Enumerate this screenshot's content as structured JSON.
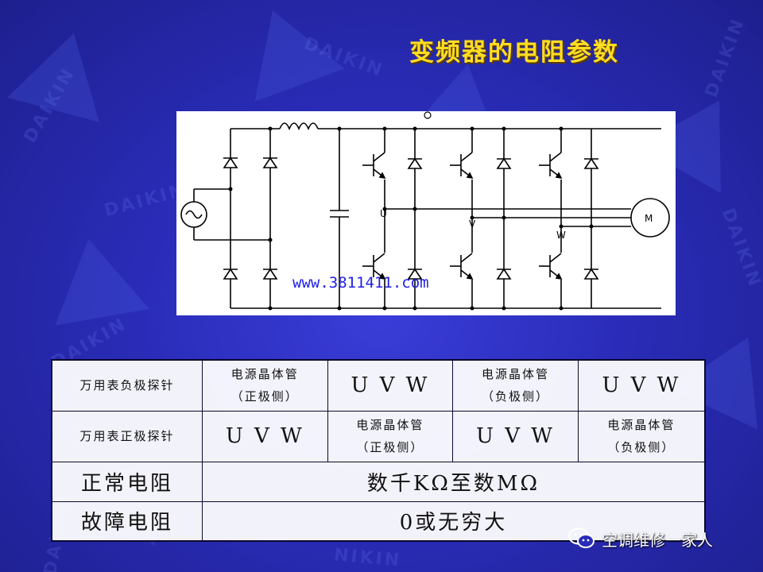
{
  "slide": {
    "title": "变频器的电阻参数",
    "watermark": "www.3811411.com",
    "brand": "空调维修一家人",
    "accent_color": "#ffdd22"
  },
  "diagram": {
    "labels": {
      "u": "U",
      "v": "V",
      "w": "W",
      "motor": "M"
    }
  },
  "table": {
    "row1": {
      "header": "万用表负极探针",
      "c1_line1": "电源晶体管",
      "c1_line2": "（正极侧）",
      "c2": "U V W",
      "c3_line1": "电源晶体管",
      "c3_line2": "（负极侧）",
      "c4": "U V W"
    },
    "row2": {
      "header": "万用表正极探针",
      "c1": "U V W",
      "c2_line1": "电源晶体管",
      "c2_line2": "（正极侧）",
      "c3": "U V W",
      "c4_line1": "电源晶体管",
      "c4_line2": "（负极侧）"
    },
    "row3": {
      "header": "正常电阻",
      "value": "数千KΩ至数MΩ"
    },
    "row4": {
      "header": "故障电阻",
      "value": "0或无穷大"
    }
  }
}
